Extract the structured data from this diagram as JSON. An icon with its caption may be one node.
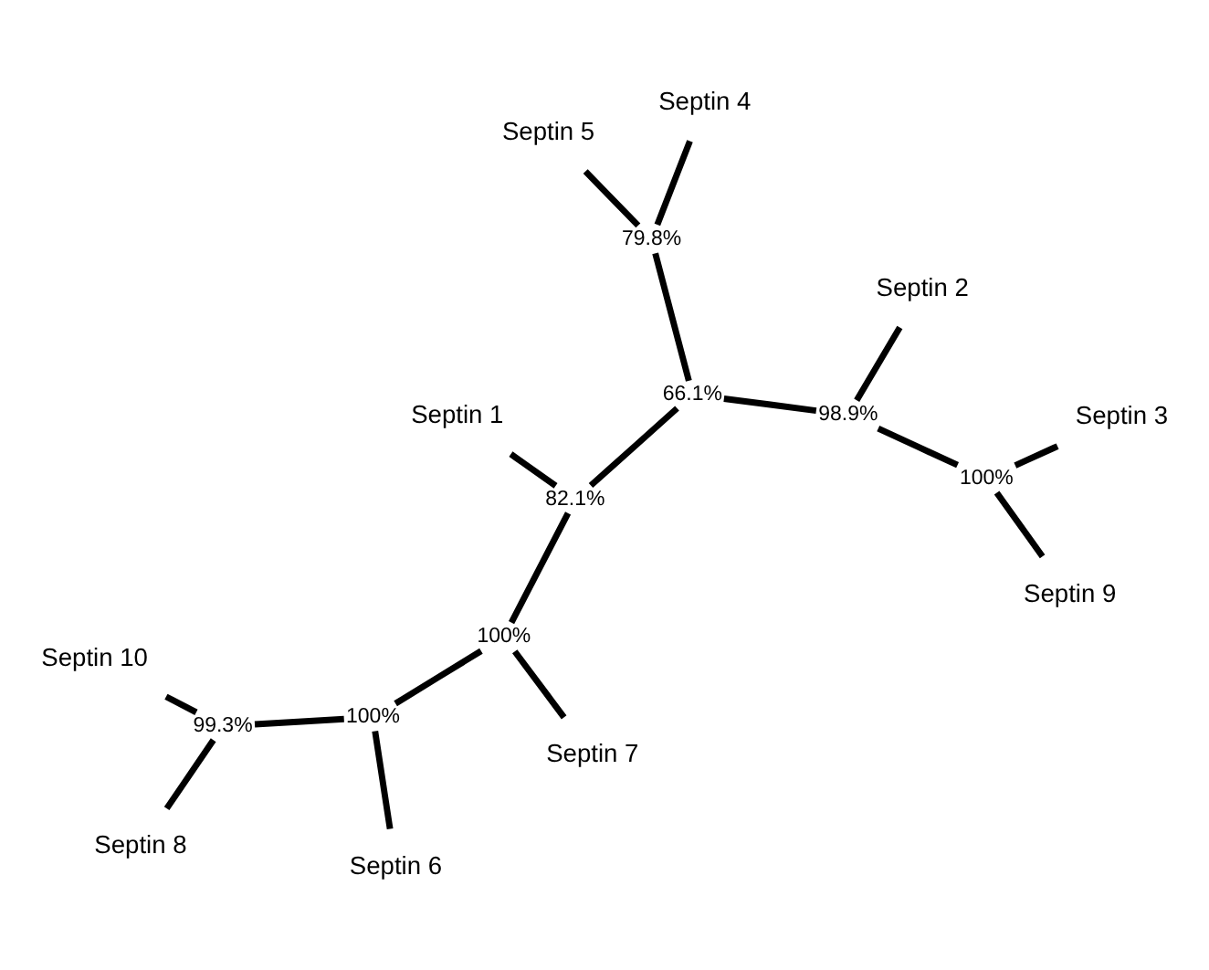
{
  "diagram": {
    "nodes": [
      {
        "text": [
          "Septin 8"
        ]
      },
      {
        "text": [
          "Septin 10"
        ]
      },
      {
        "text": [
          "Septin 7"
        ]
      },
      {
        "text": [
          "Septin 5"
        ]
      },
      {
        "text": [
          "Septin 4"
        ]
      },
      {
        "text": [],
        "shape": "point",
        "beside": [
          "99.3%"
        ]
      },
      {
        "text": [],
        "shape": "point",
        "beside": [
          "100%"
        ]
      },
      {
        "text": [],
        "shape": "point",
        "beside": [
          "100%"
        ]
      },
      {
        "text": [],
        "shape": "point",
        "beside": [
          "79.8%"
        ]
      },
      {
        "text": [
          "Septin 6"
        ]
      },
      {
        "text": [],
        "shape": "point",
        "beside": [
          "66.1%"
        ]
      },
      {
        "text": [],
        "shape": "point",
        "beside": [
          "82.1%"
        ]
      },
      {
        "text": [],
        "shape": "point",
        "beside": [
          "98.9%"
        ]
      },
      {
        "text": [
          "Septin 2"
        ]
      },
      {
        "text": [
          "Septin 1"
        ]
      },
      {
        "text": [],
        "shape": "point",
        "beside": [
          "100%"
        ]
      },
      {
        "text": [
          "Septin 9"
        ]
      },
      {
        "text": [
          "Septin 3"
        ]
      }
    ],
    "edges": [
      {
        "from": 5,
        "to": 0,
        "arrow": "none"
      },
      {
        "from": 5,
        "to": 1,
        "arrow": "none"
      },
      {
        "from": 6,
        "to": 5,
        "arrow": "none"
      },
      {
        "from": 6,
        "to": 9,
        "arrow": "none"
      },
      {
        "from": 7,
        "to": 6,
        "arrow": "none"
      },
      {
        "from": 7,
        "to": 2,
        "arrow": "none"
      },
      {
        "from": 11,
        "to": 7,
        "arrow": "none"
      },
      {
        "from": 11,
        "to": 14,
        "arrow": "none"
      },
      {
        "from": 10,
        "to": 11,
        "arrow": "none"
      },
      {
        "from": 10,
        "to": 8,
        "arrow": "none"
      },
      {
        "from": 8,
        "to": 3,
        "arrow": "none"
      },
      {
        "from": 8,
        "to": 4,
        "arrow": "none"
      },
      {
        "from": 10,
        "to": 12,
        "arrow": "none"
      },
      {
        "from": 12,
        "to": 13,
        "arrow": "none"
      },
      {
        "from": 12,
        "to": 15,
        "arrow": "none"
      },
      {
        "from": 15,
        "to": 16,
        "arrow": "none"
      },
      {
        "from": 15,
        "to": 17,
        "arrow": "none"
      }
    ]
  }
}
